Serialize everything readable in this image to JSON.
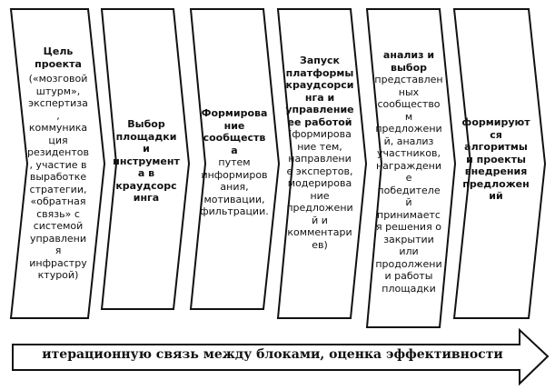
{
  "blocks": [
    {
      "title": "Цель проекта",
      "body": "(«мозговой штурм», экспертиза, коммуникация резидентов, участие в выработке стратегии, «обратная связь» с системой управления инфраструктурой)"
    },
    {
      "title": "Выбор площадки и инструмента в краудсорсинга",
      "body": ""
    },
    {
      "title": "Формирование сообщества",
      "body": "путем информирования, мотивации, фильтрации."
    },
    {
      "title": "Запуск платформы краудсорсинга и управление ее работой",
      "body": "(формирование тем, направление экспертов, модерирование предложений и комментариев)"
    },
    {
      "title": "анализ и выбор",
      "body": "представленных сообществом предложений, анализ участников, награждение победителей принимается решения о закрытии или продолжении работы площадки"
    },
    {
      "title": "формируются алгоритмы и проекты внедрения предложений",
      "body": ""
    }
  ],
  "arrow": {
    "label": "итерационную связь между блоками, оценка эффективности"
  }
}
